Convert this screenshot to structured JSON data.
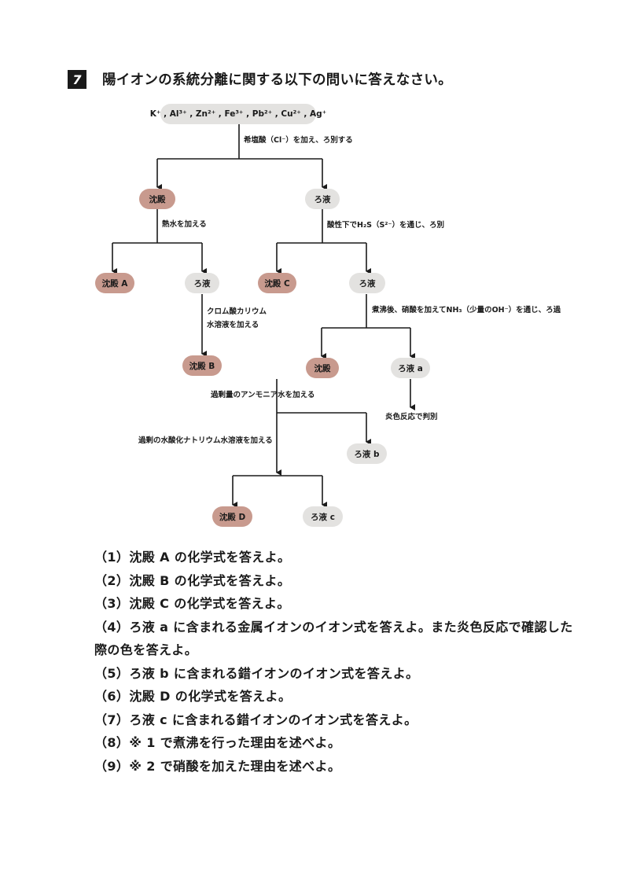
{
  "header": {
    "number": "7",
    "title": "陽イオンの系統分離に関する以下の問いに答えなさい。"
  },
  "flow": {
    "top_ions": "K⁺ , Al³⁺ , Zn²⁺ , Fe³⁺ , Pb²⁺ , Cu²⁺ , Ag⁺",
    "steps": {
      "step1": "希塩酸（Cl⁻）を加え、ろ別する",
      "step2": "熱水を加える",
      "step3": "酸性下でH₂S（S²⁻）を通じ、ろ別",
      "step4_line1": "クロム酸カリウム",
      "step4_line2": "水溶液を加える",
      "step5": "煮沸後、硝酸を加えてNH₃（少量のOH⁻）を通じ、ろ過",
      "step6": "炎色反応で判別",
      "step7": "過剰量のアンモニア水を加える",
      "step8": "過剰の水酸化ナトリウム水溶液を加える"
    },
    "nodes": {
      "ppt1": "沈殿",
      "filt1": "ろ液",
      "pptA": "沈殿 A",
      "filt2": "ろ液",
      "pptB": "沈殿 B",
      "pptC": "沈殿 C",
      "filt3": "ろ液",
      "ppt2": "沈殿",
      "filta": "ろ液 a",
      "filtb": "ろ液 b",
      "pptD": "沈殿 D",
      "filtc": "ろ液 c"
    }
  },
  "questions": [
    "（1）沈殿 A の化学式を答えよ。",
    "（2）沈殿 B の化学式を答えよ。",
    "（3）沈殿 C の化学式を答えよ。",
    "（4）ろ液 a に含まれる金属イオンのイオン式を答えよ。また炎色反応で確認した際の色を答えよ。",
    "（5）ろ液 b に含まれる錯イオンのイオン式を答えよ。",
    "（6）沈殿 D の化学式を答えよ。",
    "（7）ろ液 c に含まれる錯イオンのイオン式を答えよ。",
    "（8）※ 1 で煮沸を行った理由を述べよ。",
    "（9）※ 2 で硝酸を加えた理由を述べよ。"
  ],
  "colors": {
    "precipitate": "#c89a8e",
    "filtrate": "#e3e2e0"
  }
}
